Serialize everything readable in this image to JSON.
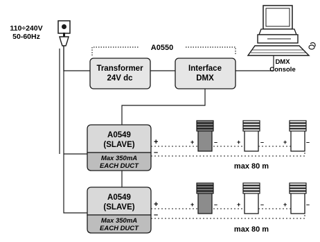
{
  "power": {
    "voltage": "110÷240V",
    "frequency": "50-60Hz"
  },
  "group_label": "A0550",
  "transformer": {
    "line1": "Transformer",
    "line2": "24V dc"
  },
  "interface": {
    "line1": "Interface",
    "line2": "DMX"
  },
  "console": {
    "line1": "DMX",
    "line2": "Console"
  },
  "slave_units": [
    {
      "name": "A0549",
      "role": "(SLAVE)",
      "limit_line1": "Max 350mA",
      "limit_line2": "EACH DUCT"
    },
    {
      "name": "A0549",
      "role": "(SLAVE)",
      "limit_line1": "Max 350mA",
      "limit_line2": "EACH DUCT"
    }
  ],
  "distance_label": "max 80 m",
  "plus_sign": "+",
  "minus_sign": "–",
  "colors": {
    "box_fill": "#e6e6e6",
    "slave_fill": "#d9d9d9",
    "slave_bottom_fill": "#bdbdbd",
    "lamp_dark": "#8c8c8c",
    "stroke": "#1a1a1a"
  }
}
